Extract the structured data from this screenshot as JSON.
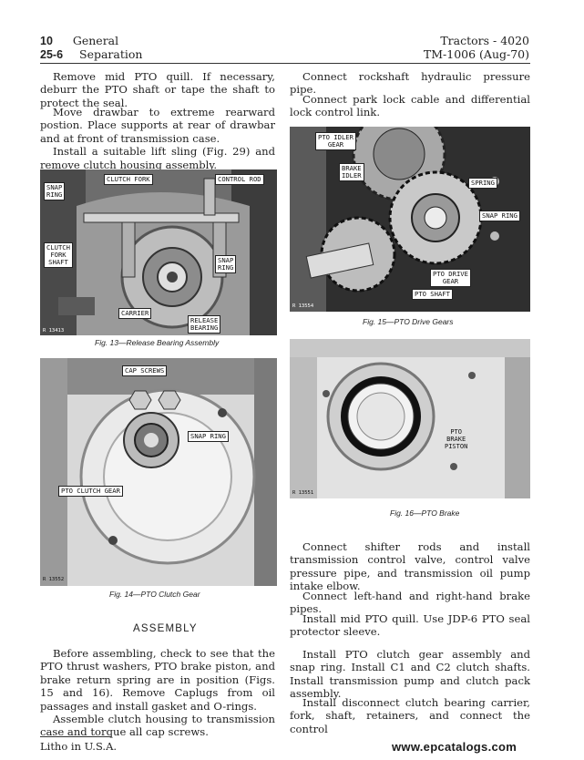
{
  "header": {
    "page_number": "10",
    "section_number": "25-6",
    "section_title": "General",
    "section_subtitle": "Separation",
    "model": "Tractors - 4020",
    "manual_ref": "TM-1006  (Aug-70)"
  },
  "left_column": {
    "para1": "Remove mid PTO quill. If necessary, deburr the PTO shaft or tape the shaft to protect the seal.",
    "para2": "Move drawbar to extreme rearward postion. Place supports at rear of drawbar and at front of transmission case.",
    "para3": "Install a suitable lift sling (Fig. 29) and remove clutch housing assembly.",
    "fig13": {
      "caption": "Fig. 13—Release Bearing Assembly",
      "tag": "R 13413",
      "labels": {
        "clutch_fork": "CLUTCH FORK",
        "control_rod": "CONTROL ROD",
        "snap_ring_left": "SNAP\nRING",
        "clutch_fork_shaft": "CLUTCH\nFORK\nSHAFT",
        "snap_ring_right": "SNAP\nRING",
        "carrier": "CARRIER",
        "release_bearing": "RELEASE\nBEARING"
      }
    },
    "fig14": {
      "caption": "Fig. 14—PTO Clutch Gear",
      "tag": "R 13552",
      "labels": {
        "cap_screws": "CAP SCREWS",
        "snap_ring": "SNAP RING",
        "pto_clutch_gear": "PTO CLUTCH GEAR"
      }
    },
    "assembly_heading": "ASSEMBLY",
    "para4": "Before assembling, check to see that the PTO thrust washers, PTO brake piston, and brake return spring are in position (Figs. 15 and 16). Remove Caplugs from oil passages and install gasket and O-rings.",
    "para5": "Assemble clutch housing to transmission case and torque all cap screws."
  },
  "right_column": {
    "para1": "Connect rockshaft hydraulic pressure pipe.",
    "para2": "Connect park lock cable and differential lock control link.",
    "fig15": {
      "caption": "Fig. 15—PTO Drive Gears",
      "tag": "R 13554",
      "labels": {
        "pto_idler_gear": "PTO IDLER\nGEAR",
        "brake_idler": "BRAKE\nIDLER",
        "spring": "SPRING",
        "snap_ring": "SNAP RING",
        "pto_drive_gear": "PTO DRIVE\nGEAR",
        "pto_shaft": "PTO SHAFT"
      }
    },
    "fig16": {
      "caption": "Fig. 16—PTO Brake",
      "tag": "R 13551",
      "labels": {
        "pto_brake_piston": "PTO\nBRAKE\nPISTON"
      }
    },
    "para3": "Connect shifter rods and install transmission control valve, control valve pressure pipe, and transmission oil pump intake elbow.",
    "para4": "Connect left-hand and right-hand brake pipes.",
    "para5": "Install mid PTO quill. Use JDP-6 PTO seal protector sleeve.",
    "para6": "Install PTO clutch gear assembly and snap ring. Install C1 and C2 clutch shafts. Install transmission pump and clutch pack assembly.",
    "para7": "Install disconnect clutch bearing carrier, fork, shaft, retainers, and connect the control"
  },
  "footer": {
    "printed": "Litho in U.S.A.",
    "watermark": "www.epcatalogs.com"
  }
}
